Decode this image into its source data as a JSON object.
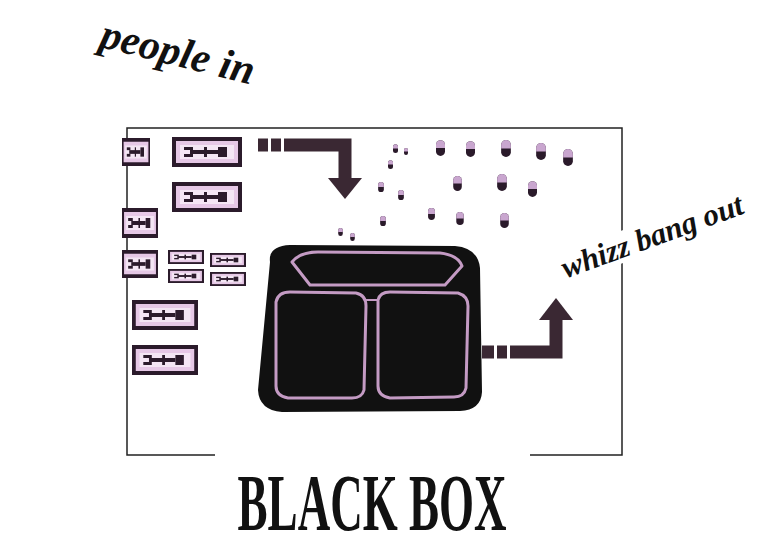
{
  "diagram": {
    "title": "BLACK BOX",
    "labels": [
      "people in",
      "whizz bang out"
    ]
  }
}
